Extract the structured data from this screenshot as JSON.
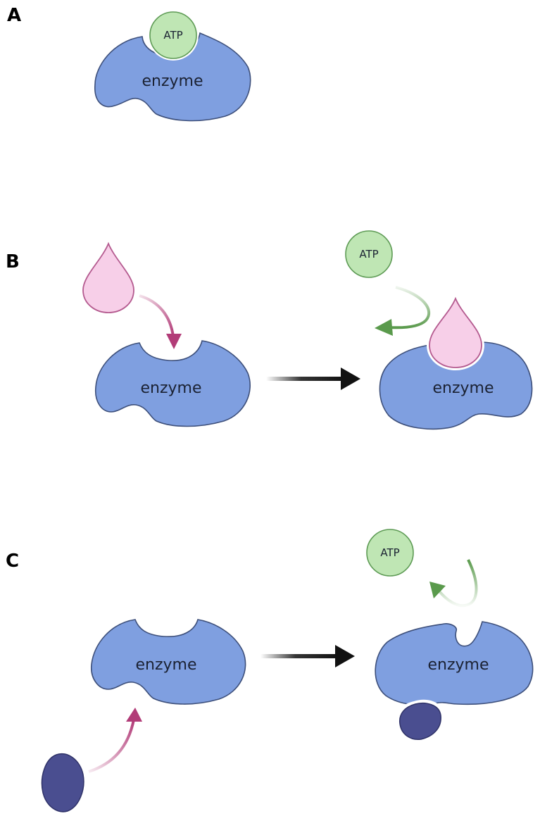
{
  "panels": {
    "a": {
      "label": "A",
      "enzyme_label": "enzyme",
      "atp_label": "ATP"
    },
    "b": {
      "label": "B",
      "enzyme_left_label": "enzyme",
      "enzyme_right_label": "enzyme",
      "atp_label": "ATP"
    },
    "c": {
      "label": "C",
      "enzyme_left_label": "enzyme",
      "enzyme_right_label": "enzyme",
      "atp_label": "ATP"
    }
  },
  "colors": {
    "enzyme_fill": "#7f9fe0",
    "atp_fill": "#bfe6b4",
    "atp_stroke": "#5e9b55",
    "substrate_fill": "#f7cfe8",
    "substrate_stroke": "#b45a8f",
    "inhibitor_fill": "#4a4e90",
    "magenta_arrow": "#b23c78",
    "green_arrow": "#5a9a4c",
    "reaction_arrow": "#111111"
  }
}
